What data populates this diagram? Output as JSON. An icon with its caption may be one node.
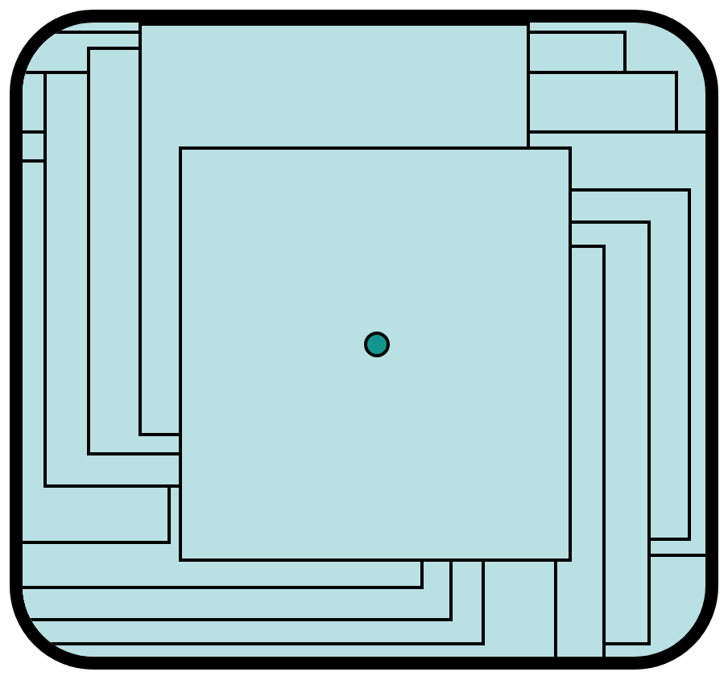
{
  "diagram": {
    "nodes": [
      {
        "text": [],
        "shape": "box"
      },
      {
        "text": [],
        "shape": "box",
        "in": 0
      },
      {
        "text": [],
        "shape": "circle",
        "in": 1
      }
    ]
  }
}
